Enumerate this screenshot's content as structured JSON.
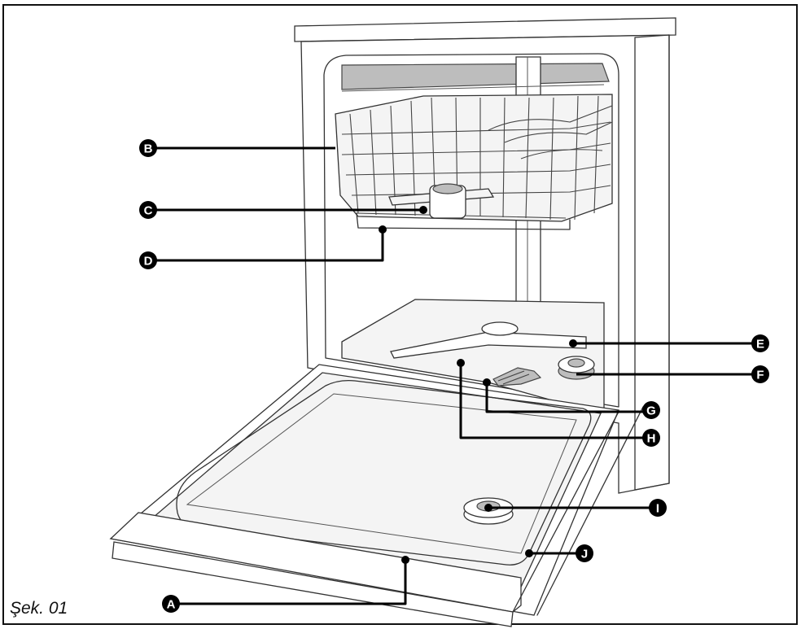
{
  "figure": {
    "caption": "Şek. 01"
  },
  "callouts": [
    {
      "id": "A",
      "label": "A"
    },
    {
      "id": "B",
      "label": "B"
    },
    {
      "id": "C",
      "label": "C"
    },
    {
      "id": "D",
      "label": "D"
    },
    {
      "id": "E",
      "label": "E"
    },
    {
      "id": "F",
      "label": "F"
    },
    {
      "id": "G",
      "label": "G"
    },
    {
      "id": "H",
      "label": "H"
    },
    {
      "id": "I",
      "label": "I"
    },
    {
      "id": "J",
      "label": "J"
    }
  ]
}
